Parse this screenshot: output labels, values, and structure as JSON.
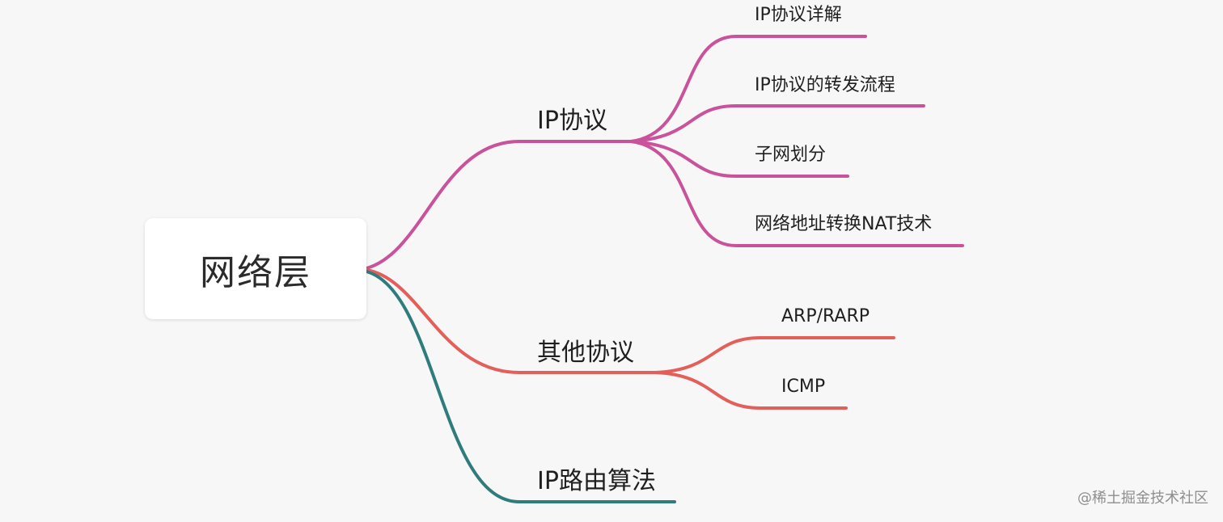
{
  "root": {
    "label": "网络层"
  },
  "branches": [
    {
      "label": "IP协议",
      "color": "#c9529b",
      "children": [
        "IP协议详解",
        "IP协议的转发流程",
        "子网划分",
        "网络地址转换NAT技术"
      ]
    },
    {
      "label": "其他协议",
      "color": "#e35f5a",
      "children": [
        "ARP/RARP",
        "ICMP"
      ]
    },
    {
      "label": "IP路由算法",
      "color": "#2f7c7c",
      "children": []
    }
  ],
  "watermark": "@稀土掘金技术社区"
}
